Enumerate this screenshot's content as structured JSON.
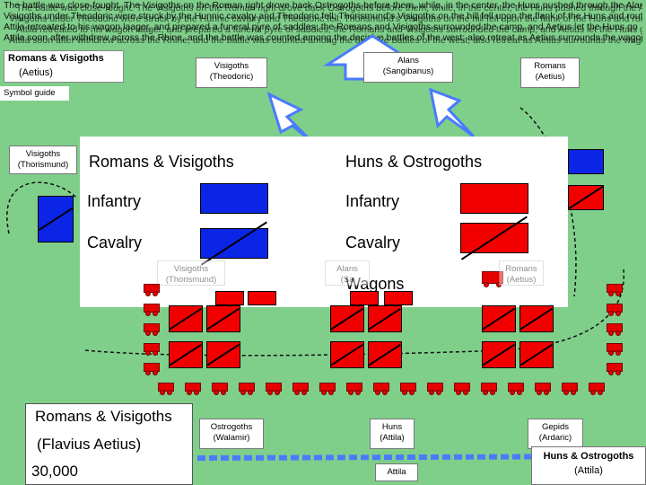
{
  "narrative_lines": [
    "The battle was close-fought. The Visigoths on the Roman right drove back Ostrogoths before them, while, in the center, the Huns pushed through the Alans",
    "Visigoths under Theodoric were struck by the Hunnic cavalry and Theodoric fell; Thorismund's Visigoths on the hill fell upon the flank of the Huns and routed them",
    "Attila retreated to his wagon laager, and prepared a funeral pyre of saddles; the Romans and Visigoths surrounded the camp, and Aetius let the Huns go",
    "Attila soon after withdrew across the Rhine, and the battle was counted among the decisive battles of the west; also retreat as Aetius surrounds the wagon lager."
  ],
  "top_left_box": {
    "title": "Romans & Visigoths",
    "commander": "(Aetius)"
  },
  "symbol_guide_label": "Symbol guide",
  "top_units": [
    {
      "name": "Visigoths",
      "commander": "(Theodoric)"
    },
    {
      "name": "Alans",
      "commander": "(Sangibanus)"
    },
    {
      "name": "Romans",
      "commander": "(Aetius)"
    }
  ],
  "alans_ghost": {
    "name": "Al",
    "commander": "(Sangibanus)"
  },
  "side_unit": {
    "name": "Visigoths",
    "commander": "(Thorismund)"
  },
  "legend": {
    "left_title": "Romans & Visigoths",
    "right_title": "Huns & Ostrogoths",
    "infantry_left": "Infantry",
    "infantry_right": "Infantry",
    "cavalry_left": "Cavalry",
    "cavalry_right": "Cavalry",
    "wagons": "Wagons"
  },
  "faint_labels": [
    {
      "name": "Visigoths",
      "commander": "(Thorismund)"
    },
    {
      "name": "Alans",
      "commander": "(Sa"
    },
    {
      "name": "Romans",
      "commander": "(Aetius)"
    }
  ],
  "summary": {
    "title": "Romans & Visigoths",
    "commander": "(Flavius Aetius)",
    "strength": "30,000"
  },
  "bottom_units": [
    {
      "name": "Ostrogoths",
      "commander": "(Walamir)"
    },
    {
      "name": "Huns",
      "commander": "(Attila)"
    },
    {
      "name": "Gepids",
      "commander": "(Ardaric)"
    }
  ],
  "attila_label": "Attila",
  "huns_box": {
    "title": "Huns & Ostrogoths",
    "commander": "(Attila)"
  },
  "colors": {
    "field": "#7fcf8b",
    "romans": "#0a25e6",
    "huns": "#f20000",
    "arrow": "#4a7bff"
  }
}
